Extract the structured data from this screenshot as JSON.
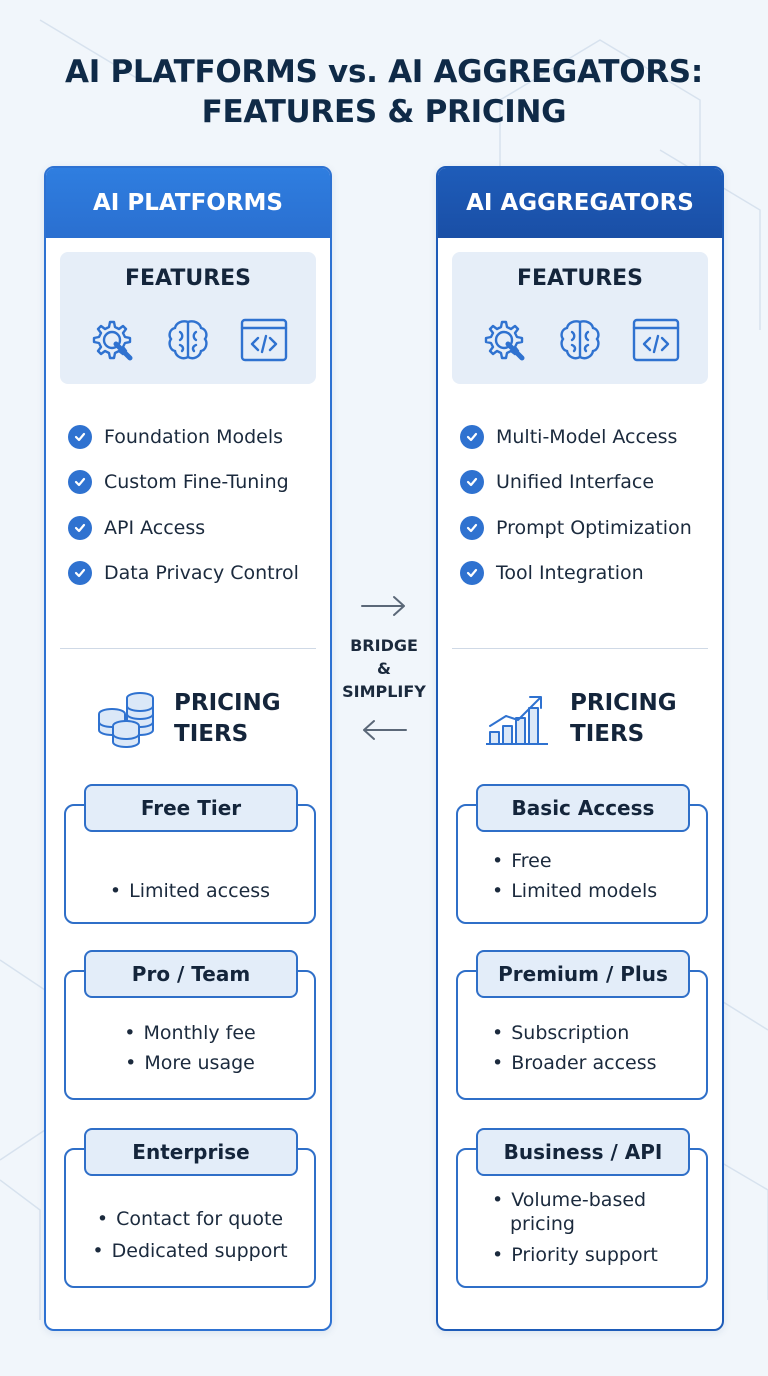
{
  "title_line1": "AI PLATFORMS vs. AI AGGREGATORS:",
  "title_line2": "FEATURES & PRICING",
  "colors": {
    "primary": "#2f72d0",
    "primary_dark": "#1d5bb8",
    "tint": "#e6eef8",
    "text": "#1b2a3d"
  },
  "bridge": {
    "line1": "BRIDGE",
    "line2": "&",
    "line3": "SIMPLIFY",
    "icons": [
      "arrow-right-icon",
      "arrow-left-icon"
    ]
  },
  "platforms": {
    "header": "AI PLATFORMS",
    "features_title": "FEATURES",
    "feature_icons": [
      "gear-wrench-icon",
      "brain-icon",
      "code-window-icon"
    ],
    "features": [
      "Foundation Models",
      "Custom Fine-Tuning",
      "API Access",
      "Data Privacy Control"
    ],
    "pricing_title_1": "PRICING",
    "pricing_title_2": "TIERS",
    "pricing_icon": "coin-stack-icon",
    "tiers": [
      {
        "name": "Free Tier",
        "items": [
          "Limited access"
        ]
      },
      {
        "name": "Pro / Team",
        "items": [
          "Monthly fee",
          "More usage"
        ]
      },
      {
        "name": "Enterprise",
        "items": [
          "Contact for quote",
          "Dedicated support"
        ]
      }
    ]
  },
  "aggregators": {
    "header": "AI AGGREGATORS",
    "features_title": "FEATURES",
    "feature_icons": [
      "gear-wrench-icon",
      "brain-icon",
      "code-window-icon"
    ],
    "features": [
      "Multi-Model Access",
      "Unified Interface",
      "Prompt Optimization",
      "Tool Integration"
    ],
    "pricing_title_1": "PRICING",
    "pricing_title_2": "TIERS",
    "pricing_icon": "growth-chart-icon",
    "tiers": [
      {
        "name": "Basic Access",
        "items": [
          "Free",
          "Limited models"
        ]
      },
      {
        "name": "Premium / Plus",
        "items": [
          "Subscription",
          "Broader access"
        ]
      },
      {
        "name": "Business / API",
        "items": [
          "Volume-based",
          "pricing",
          "Priority support"
        ]
      }
    ]
  }
}
